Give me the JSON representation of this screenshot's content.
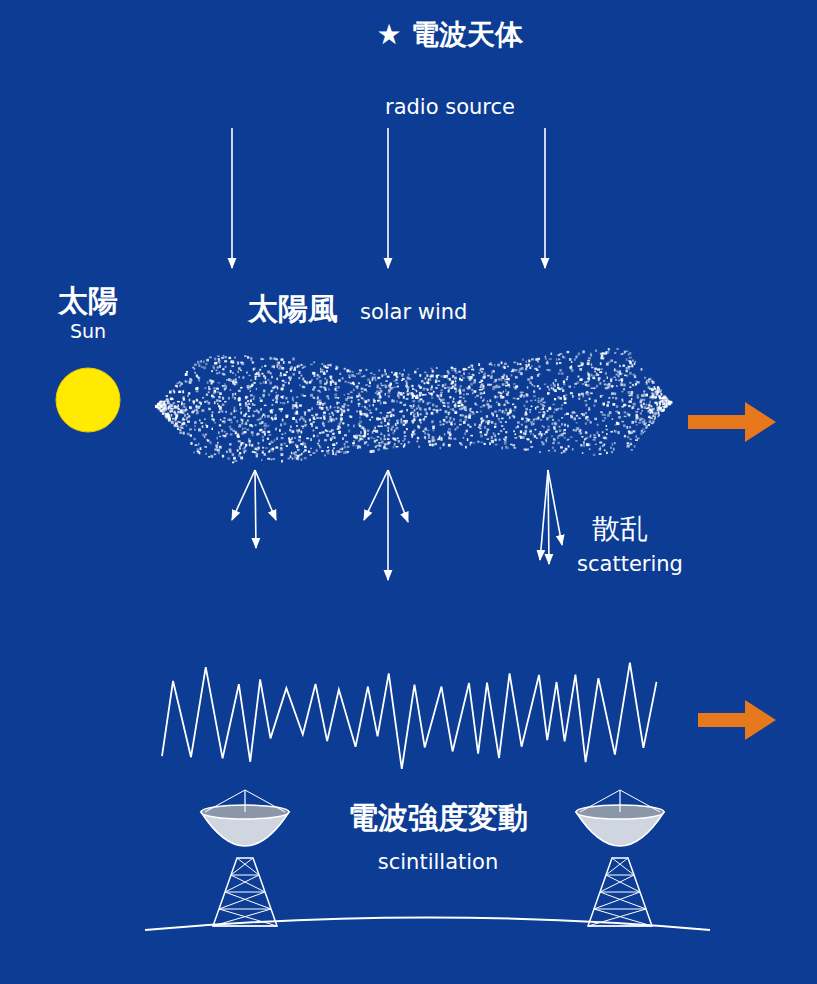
{
  "diagram": {
    "nodes": [
      {
        "text": [
          "太陽",
          "Sun"
        ]
      },
      {
        "text": [
          "太陽風",
          "solar wind"
        ]
      }
    ],
    "labels": [
      "★ 電波天体",
      "radio source",
      "散乱",
      "scattering",
      "電波強度変動",
      "scintillation"
    ]
  }
}
